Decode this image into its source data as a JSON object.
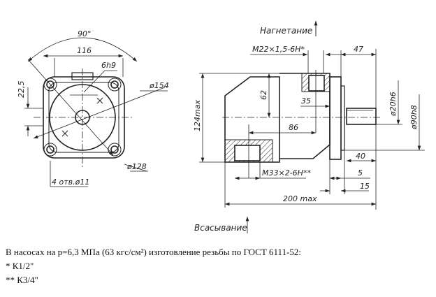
{
  "front_view": {
    "angle": "90°",
    "width": "116",
    "key": "6h9",
    "outer_dia": "ø154",
    "offset": "22,5",
    "bolt_circle": "ø128",
    "holes": "4 отв.ø11"
  },
  "side_view": {
    "pressure_label": "Нагнетание",
    "suction_label": "Всасывание",
    "pressure_thread": "M22×1,5-6H*",
    "suction_thread": "M33×2-6H**",
    "dim_47": "47",
    "dim_62": "62",
    "dim_35": "35",
    "dim_86": "86",
    "height": "124max",
    "dim_40": "40",
    "dim_5": "5",
    "dim_15": "15",
    "length": "200 max",
    "shaft_dia": "ø20h6",
    "pilot_dia": "ø90h8"
  },
  "notes": {
    "line1": "В насосах  на р=6,3 МПа (63 кгс/см²) изготовление резьбы по ГОСТ 6111-52:",
    "line2": "* К1/2\"",
    "line3": "** К3/4\""
  }
}
